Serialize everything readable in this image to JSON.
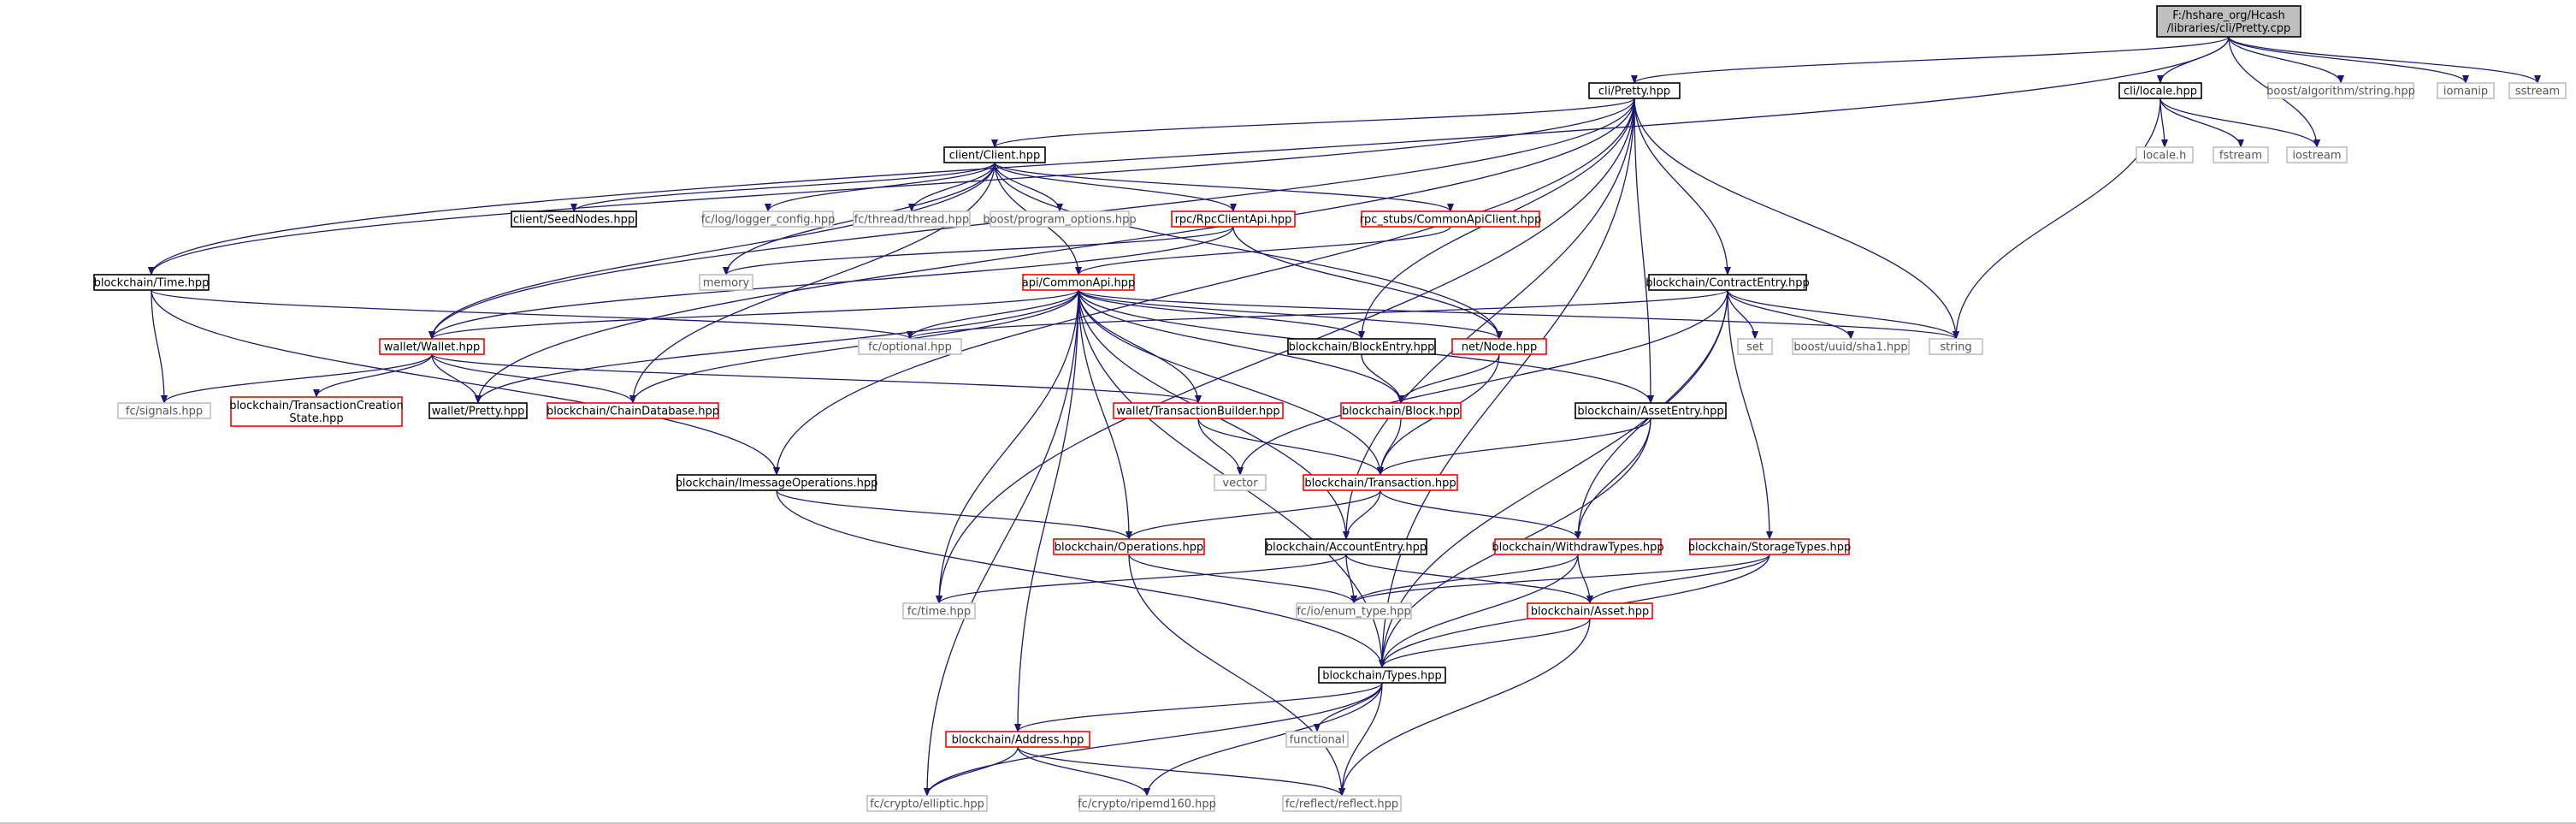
{
  "diagram": {
    "colors": {
      "edge": "#191970",
      "root_fill": "#bfbfbf",
      "documented_border": "#000000",
      "incomplete_border": "#ff0000",
      "system_border": "#bfbfbf",
      "system_text": "#555555"
    },
    "nodes": [
      {
        "id": "root",
        "label_lines": [
          "F:/hshare_org/Hcash",
          "/libraries/cli/Pretty.cpp"
        ],
        "kind": "root"
      },
      {
        "id": "cli_pretty",
        "label_lines": [
          "cli/Pretty.hpp"
        ],
        "kind": "documented"
      },
      {
        "id": "cli_locale",
        "label_lines": [
          "cli/locale.hpp"
        ],
        "kind": "documented"
      },
      {
        "id": "boost_string",
        "label_lines": [
          "boost/algorithm/string.hpp"
        ],
        "kind": "system"
      },
      {
        "id": "iomanip",
        "label_lines": [
          "iomanip"
        ],
        "kind": "system"
      },
      {
        "id": "sstream",
        "label_lines": [
          "sstream"
        ],
        "kind": "system"
      },
      {
        "id": "locale_h",
        "label_lines": [
          "locale.h"
        ],
        "kind": "system"
      },
      {
        "id": "fstream",
        "label_lines": [
          "fstream"
        ],
        "kind": "system"
      },
      {
        "id": "iostream",
        "label_lines": [
          "iostream"
        ],
        "kind": "system"
      },
      {
        "id": "client",
        "label_lines": [
          "client/Client.hpp"
        ],
        "kind": "documented"
      },
      {
        "id": "seednodes",
        "label_lines": [
          "client/SeedNodes.hpp"
        ],
        "kind": "documented"
      },
      {
        "id": "logger_config",
        "label_lines": [
          "fc/log/logger_config.hpp"
        ],
        "kind": "system"
      },
      {
        "id": "thread",
        "label_lines": [
          "fc/thread/thread.hpp"
        ],
        "kind": "system"
      },
      {
        "id": "program_options",
        "label_lines": [
          "boost/program_options.hpp"
        ],
        "kind": "system"
      },
      {
        "id": "rpcclientapi",
        "label_lines": [
          "rpc/RpcClientApi.hpp"
        ],
        "kind": "incomplete"
      },
      {
        "id": "commonapiclient",
        "label_lines": [
          "rpc_stubs/CommonApiClient.hpp"
        ],
        "kind": "incomplete"
      },
      {
        "id": "memory",
        "label_lines": [
          "memory"
        ],
        "kind": "system"
      },
      {
        "id": "commonapi",
        "label_lines": [
          "api/CommonApi.hpp"
        ],
        "kind": "incomplete"
      },
      {
        "id": "contractentry",
        "label_lines": [
          "blockchain/ContractEntry.hpp"
        ],
        "kind": "documented"
      },
      {
        "id": "time",
        "label_lines": [
          "blockchain/Time.hpp"
        ],
        "kind": "documented"
      },
      {
        "id": "optional",
        "label_lines": [
          "fc/optional.hpp"
        ],
        "kind": "system"
      },
      {
        "id": "blockentry",
        "label_lines": [
          "blockchain/BlockEntry.hpp"
        ],
        "kind": "documented"
      },
      {
        "id": "node",
        "label_lines": [
          "net/Node.hpp"
        ],
        "kind": "incomplete"
      },
      {
        "id": "set",
        "label_lines": [
          "set"
        ],
        "kind": "system"
      },
      {
        "id": "sha1",
        "label_lines": [
          "boost/uuid/sha1.hpp"
        ],
        "kind": "system"
      },
      {
        "id": "string",
        "label_lines": [
          "string"
        ],
        "kind": "system"
      },
      {
        "id": "wallet",
        "label_lines": [
          "wallet/Wallet.hpp"
        ],
        "kind": "incomplete"
      },
      {
        "id": "signals",
        "label_lines": [
          "fc/signals.hpp"
        ],
        "kind": "system"
      },
      {
        "id": "txcreation",
        "label_lines": [
          "blockchain/TransactionCreation",
          "State.hpp"
        ],
        "kind": "incomplete"
      },
      {
        "id": "walletpretty",
        "label_lines": [
          "wallet/Pretty.hpp"
        ],
        "kind": "documented"
      },
      {
        "id": "chaindatabase",
        "label_lines": [
          "blockchain/ChainDatabase.hpp"
        ],
        "kind": "incomplete"
      },
      {
        "id": "txbuilder",
        "label_lines": [
          "wallet/TransactionBuilder.hpp"
        ],
        "kind": "incomplete"
      },
      {
        "id": "block",
        "label_lines": [
          "blockchain/Block.hpp"
        ],
        "kind": "incomplete"
      },
      {
        "id": "assetentry",
        "label_lines": [
          "blockchain/AssetEntry.hpp"
        ],
        "kind": "documented"
      },
      {
        "id": "vector",
        "label_lines": [
          "vector"
        ],
        "kind": "system"
      },
      {
        "id": "transaction",
        "label_lines": [
          "blockchain/Transaction.hpp"
        ],
        "kind": "incomplete"
      },
      {
        "id": "imessageops",
        "label_lines": [
          "blockchain/ImessageOperations.hpp"
        ],
        "kind": "documented"
      },
      {
        "id": "operations",
        "label_lines": [
          "blockchain/Operations.hpp"
        ],
        "kind": "incomplete"
      },
      {
        "id": "accountentry",
        "label_lines": [
          "blockchain/AccountEntry.hpp"
        ],
        "kind": "documented"
      },
      {
        "id": "withdrawtypes",
        "label_lines": [
          "blockchain/WithdrawTypes.hpp"
        ],
        "kind": "incomplete"
      },
      {
        "id": "storagetypes",
        "label_lines": [
          "blockchain/StorageTypes.hpp"
        ],
        "kind": "incomplete"
      },
      {
        "id": "fctime",
        "label_lines": [
          "fc/time.hpp"
        ],
        "kind": "system"
      },
      {
        "id": "enumtype",
        "label_lines": [
          "fc/io/enum_type.hpp"
        ],
        "kind": "system"
      },
      {
        "id": "asset",
        "label_lines": [
          "blockchain/Asset.hpp"
        ],
        "kind": "incomplete"
      },
      {
        "id": "types",
        "label_lines": [
          "blockchain/Types.hpp"
        ],
        "kind": "documented"
      },
      {
        "id": "functional",
        "label_lines": [
          "functional"
        ],
        "kind": "system"
      },
      {
        "id": "address",
        "label_lines": [
          "blockchain/Address.hpp"
        ],
        "kind": "incomplete"
      },
      {
        "id": "elliptic",
        "label_lines": [
          "fc/crypto/elliptic.hpp"
        ],
        "kind": "system"
      },
      {
        "id": "ripemd",
        "label_lines": [
          "fc/crypto/ripemd160.hpp"
        ],
        "kind": "system"
      },
      {
        "id": "reflect",
        "label_lines": [
          "fc/reflect/reflect.hpp"
        ],
        "kind": "system"
      }
    ],
    "edges": [
      [
        "root",
        "cli_pretty"
      ],
      [
        "root",
        "cli_locale"
      ],
      [
        "root",
        "boost_string"
      ],
      [
        "root",
        "iomanip"
      ],
      [
        "root",
        "sstream"
      ],
      [
        "root",
        "iostream"
      ],
      [
        "root",
        "time"
      ],
      [
        "cli_locale",
        "locale_h"
      ],
      [
        "cli_locale",
        "fstream"
      ],
      [
        "cli_locale",
        "iostream"
      ],
      [
        "cli_locale",
        "string"
      ],
      [
        "cli_pretty",
        "client"
      ],
      [
        "cli_pretty",
        "contractentry"
      ],
      [
        "cli_pretty",
        "time"
      ],
      [
        "cli_pretty",
        "wallet"
      ],
      [
        "cli_pretty",
        "walletpretty"
      ],
      [
        "cli_pretty",
        "string"
      ],
      [
        "cli_pretty",
        "blockentry"
      ],
      [
        "cli_pretty",
        "assetentry"
      ],
      [
        "cli_pretty",
        "accountentry"
      ],
      [
        "cli_pretty",
        "types"
      ],
      [
        "cli_pretty",
        "fctime"
      ],
      [
        "cli_pretty",
        "imessageops"
      ],
      [
        "client",
        "seednodes"
      ],
      [
        "client",
        "logger_config"
      ],
      [
        "client",
        "thread"
      ],
      [
        "client",
        "program_options"
      ],
      [
        "client",
        "rpcclientapi"
      ],
      [
        "client",
        "commonapiclient"
      ],
      [
        "client",
        "memory"
      ],
      [
        "client",
        "commonapi"
      ],
      [
        "client",
        "wallet"
      ],
      [
        "client",
        "node"
      ],
      [
        "client",
        "chaindatabase"
      ],
      [
        "rpcclientapi",
        "memory"
      ],
      [
        "rpcclientapi",
        "node"
      ],
      [
        "rpcclientapi",
        "wallet"
      ],
      [
        "commonapiclient",
        "commonapi"
      ],
      [
        "commonapi",
        "optional"
      ],
      [
        "commonapi",
        "blockentry"
      ],
      [
        "commonapi",
        "node"
      ],
      [
        "commonapi",
        "string"
      ],
      [
        "commonapi",
        "wallet"
      ],
      [
        "commonapi",
        "walletpretty"
      ],
      [
        "commonapi",
        "chaindatabase"
      ],
      [
        "commonapi",
        "txbuilder"
      ],
      [
        "commonapi",
        "block"
      ],
      [
        "commonapi",
        "assetentry"
      ],
      [
        "commonapi",
        "transaction"
      ],
      [
        "commonapi",
        "operations"
      ],
      [
        "commonapi",
        "accountentry"
      ],
      [
        "commonapi",
        "fctime"
      ],
      [
        "commonapi",
        "types"
      ],
      [
        "commonapi",
        "address"
      ],
      [
        "commonapi",
        "elliptic"
      ],
      [
        "contractentry",
        "optional"
      ],
      [
        "contractentry",
        "set"
      ],
      [
        "contractentry",
        "sha1"
      ],
      [
        "contractentry",
        "string"
      ],
      [
        "contractentry",
        "vector"
      ],
      [
        "contractentry",
        "withdrawtypes"
      ],
      [
        "contractentry",
        "storagetypes"
      ],
      [
        "contractentry",
        "types"
      ],
      [
        "time",
        "optional"
      ],
      [
        "time",
        "signals"
      ],
      [
        "time",
        "imessageops"
      ],
      [
        "wallet",
        "signals"
      ],
      [
        "wallet",
        "txcreation"
      ],
      [
        "wallet",
        "walletpretty"
      ],
      [
        "wallet",
        "chaindatabase"
      ],
      [
        "wallet",
        "txbuilder"
      ],
      [
        "blockentry",
        "block"
      ],
      [
        "node",
        "block"
      ],
      [
        "node",
        "transaction"
      ],
      [
        "block",
        "transaction"
      ],
      [
        "txbuilder",
        "vector"
      ],
      [
        "txbuilder",
        "transaction"
      ],
      [
        "assetentry",
        "transaction"
      ],
      [
        "assetentry",
        "withdrawtypes"
      ],
      [
        "assetentry",
        "types"
      ],
      [
        "imessageops",
        "operations"
      ],
      [
        "imessageops",
        "types"
      ],
      [
        "transaction",
        "operations"
      ],
      [
        "transaction",
        "accountentry"
      ],
      [
        "transaction",
        "withdrawtypes"
      ],
      [
        "operations",
        "enumtype"
      ],
      [
        "operations",
        "reflect"
      ],
      [
        "accountentry",
        "fctime"
      ],
      [
        "accountentry",
        "enumtype"
      ],
      [
        "accountentry",
        "asset"
      ],
      [
        "withdrawtypes",
        "asset"
      ],
      [
        "withdrawtypes",
        "types"
      ],
      [
        "withdrawtypes",
        "enumtype"
      ],
      [
        "storagetypes",
        "asset"
      ],
      [
        "storagetypes",
        "types"
      ],
      [
        "storagetypes",
        "enumtype"
      ],
      [
        "asset",
        "types"
      ],
      [
        "asset",
        "reflect"
      ],
      [
        "types",
        "functional"
      ],
      [
        "types",
        "address"
      ],
      [
        "types",
        "elliptic"
      ],
      [
        "types",
        "ripemd"
      ],
      [
        "types",
        "reflect"
      ],
      [
        "address",
        "elliptic"
      ],
      [
        "address",
        "ripemd"
      ],
      [
        "address",
        "reflect"
      ]
    ]
  }
}
